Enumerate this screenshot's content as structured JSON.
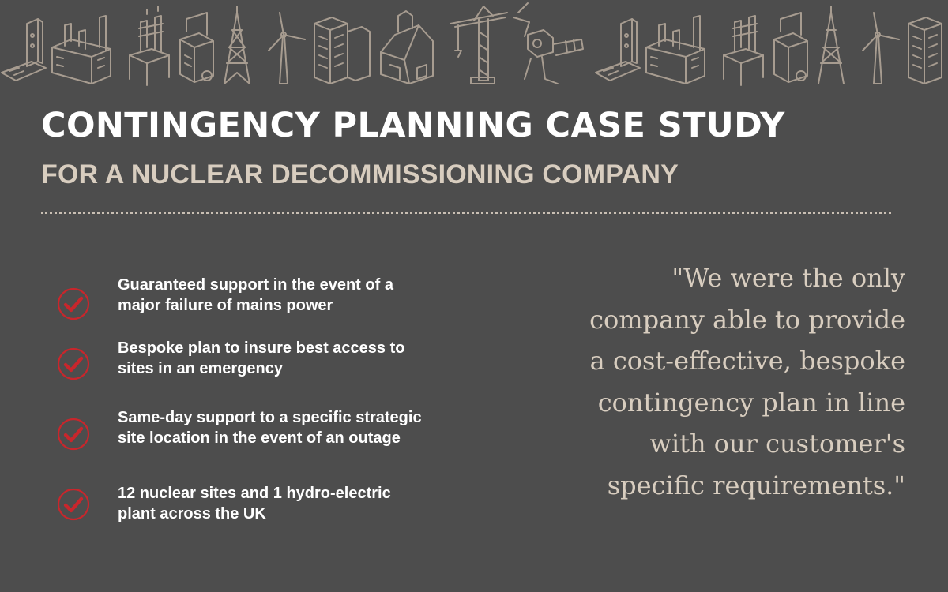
{
  "header": {
    "title": "CONTINGENCY PLANNING CASE STUDY",
    "subtitle": "FOR A NUCLEAR DECOMMISSIONING COMPANY"
  },
  "features": [
    {
      "line1": "Guaranteed support in the event of a",
      "line2": "major failure of mains power"
    },
    {
      "line1": "Bespoke plan to insure best access to",
      "line2": "sites in an emergency"
    },
    {
      "line1": "Same-day support to a specific strategic",
      "line2": "site location in the event of an outage"
    },
    {
      "line1": "12 nuclear sites and 1 hydro-electric",
      "line2": "plant across the UK"
    }
  ],
  "quote": {
    "lines": [
      "\"We were the only",
      "company able to provide",
      "a cost-effective, bespoke",
      "contingency plan in line",
      "with our customer's",
      "specific requirements.\""
    ]
  },
  "colors": {
    "background": "#4d4d4d",
    "accent_red": "#c8262c",
    "beige_text": "#d8cdbf",
    "banner_line": "#a79c90"
  },
  "icons": {
    "banner": [
      "junction-box-icon",
      "factory-icon",
      "substation-icon",
      "generator-icon",
      "pylon-icon",
      "wind-turbine-icon",
      "office-building-icon",
      "barn-icon",
      "crane-icon",
      "satellite-icon"
    ],
    "bullet": "red-check-circle-icon"
  }
}
